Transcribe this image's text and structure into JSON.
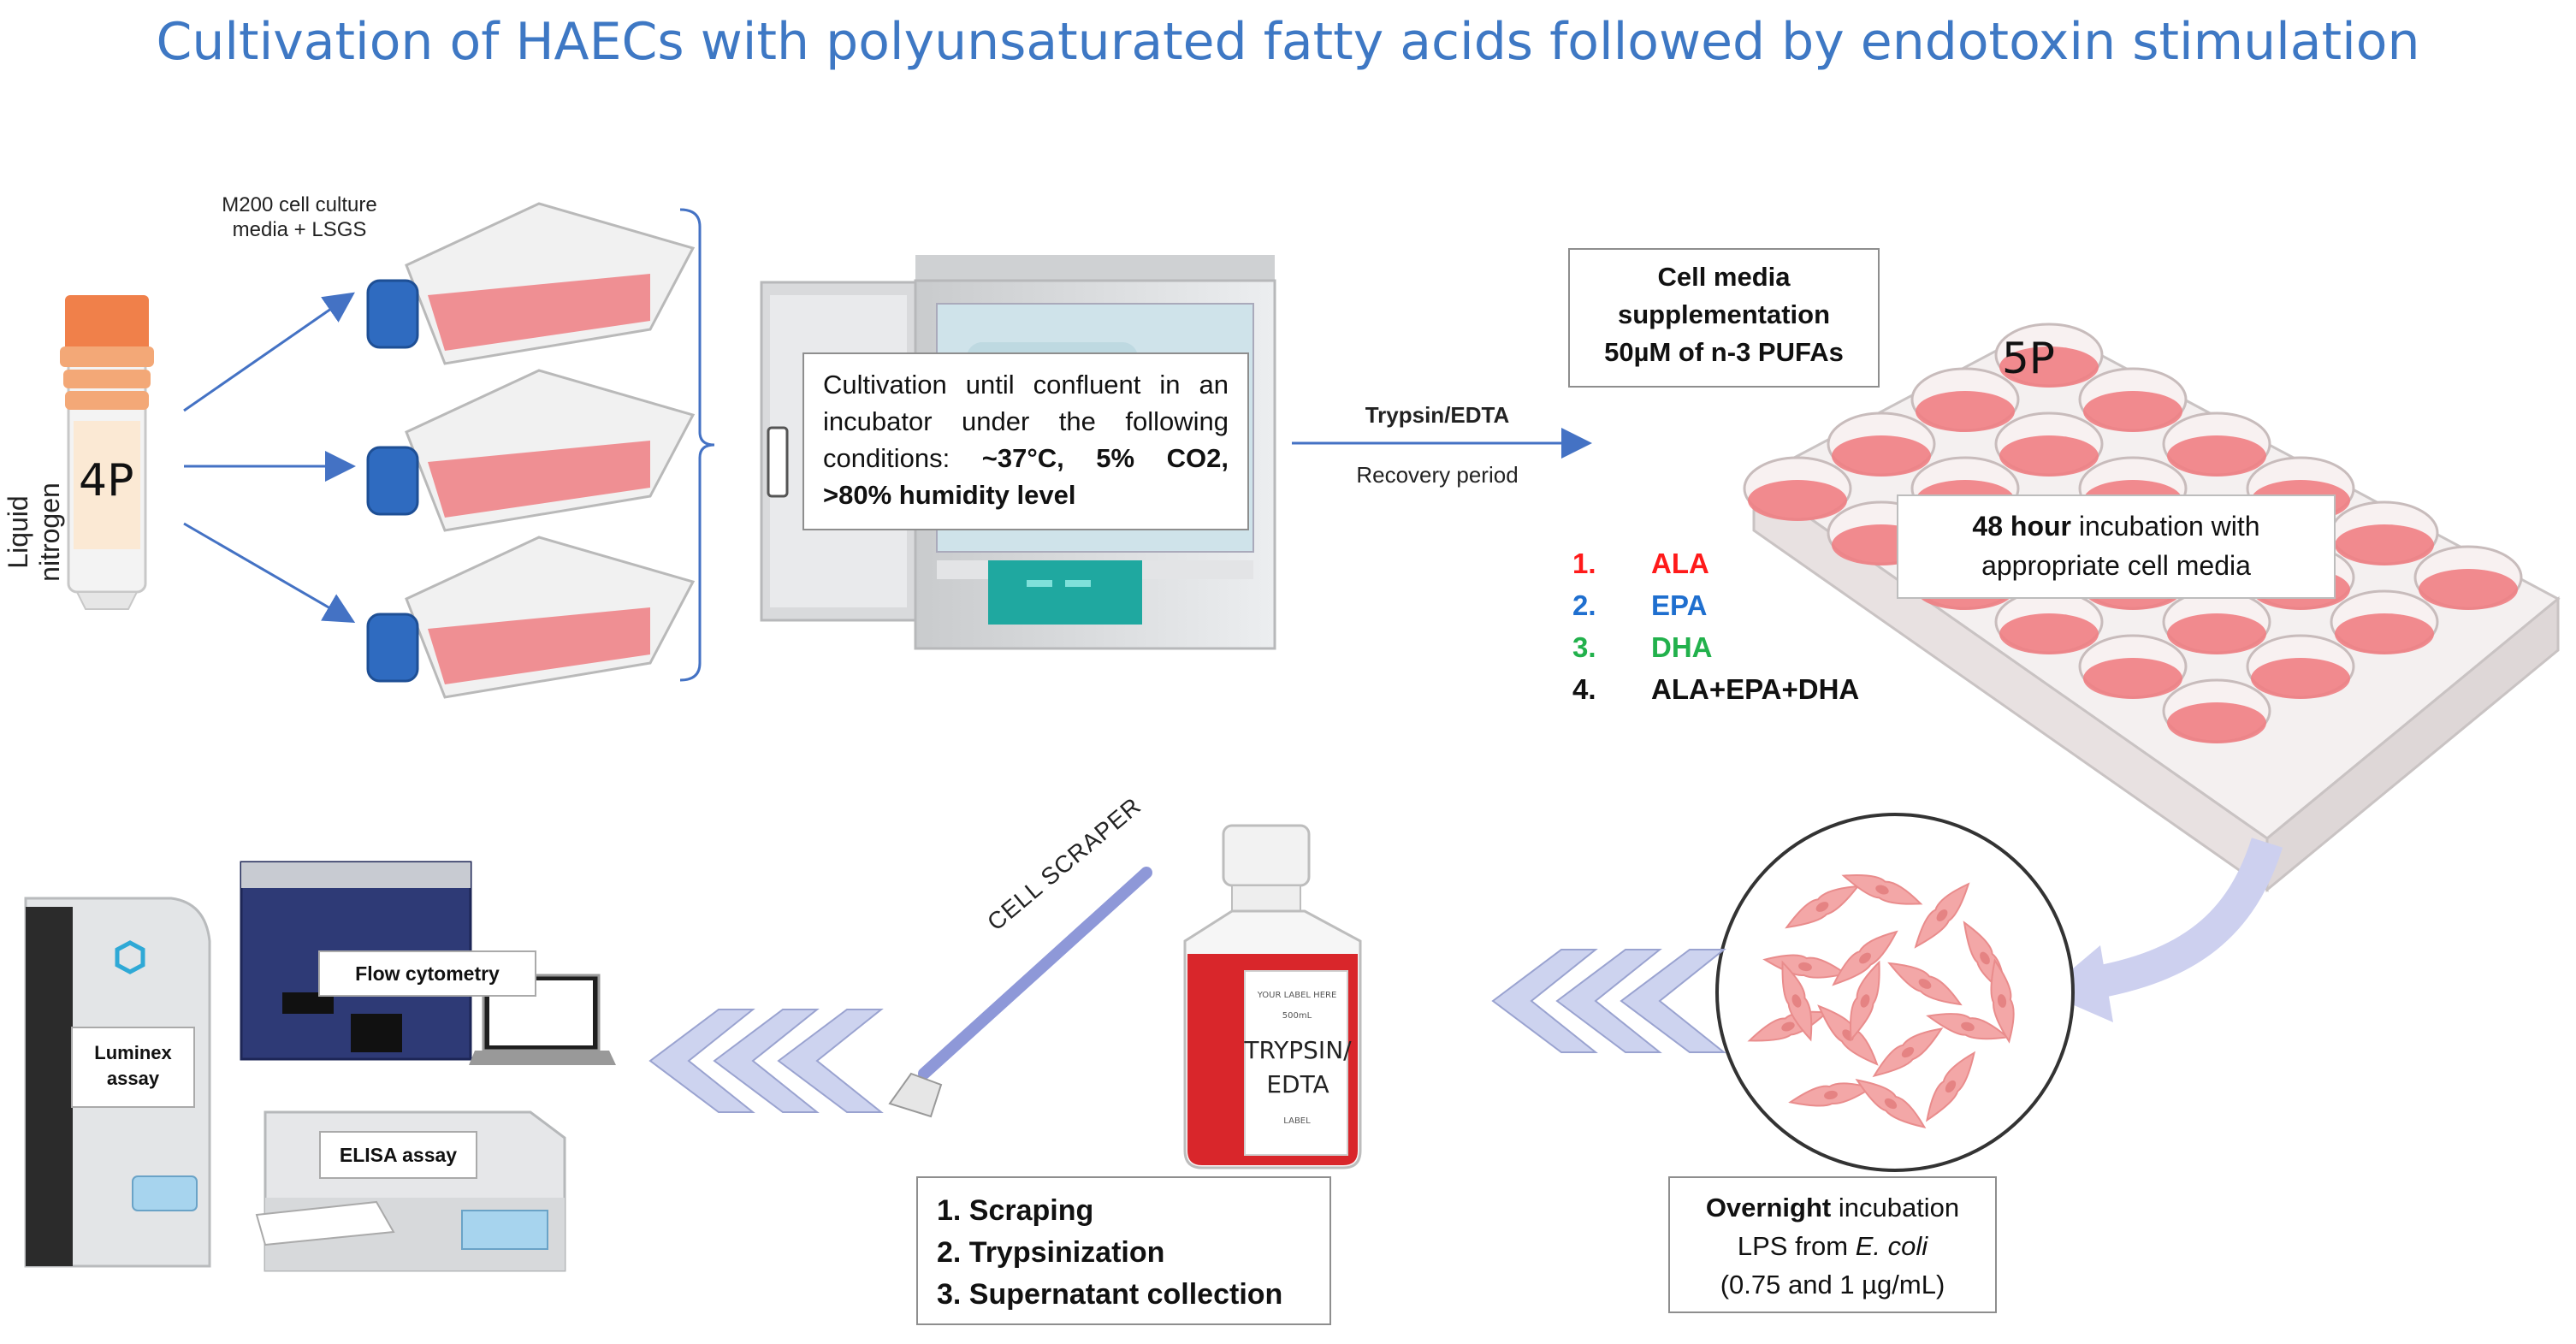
{
  "title": "Cultivation of HAECs with polyunsaturated fatty acids followed by endotoxin stimulation",
  "vial": {
    "side_label": "Liquid nitrogen",
    "passage": "4P"
  },
  "flask_media_label_line1": "M200 cell culture",
  "flask_media_label_line2": "media + LSGS",
  "incubator_conditions": {
    "plain": "Cultivation until confluent in an incubator under the following conditions: ",
    "bold": "~37°C, 5% CO2, >80% humidity level"
  },
  "arrow_top_label": "Trypsin/EDTA",
  "arrow_bottom_label": "Recovery period",
  "supplementation_box": {
    "line1": "Cell media",
    "line2": "supplementation",
    "line3": "50µM of n-3 PUFAs"
  },
  "pufa_list": [
    {
      "num": "1.",
      "name": "ALA",
      "color": "#ff1a1a"
    },
    {
      "num": "2.",
      "name": "EPA",
      "color": "#1f6fcf"
    },
    {
      "num": "3.",
      "name": "DHA",
      "color": "#22b14c"
    },
    {
      "num": "4.",
      "name": "ALA+EPA+DHA",
      "color": "#111111"
    }
  ],
  "plate": {
    "passage": "5P"
  },
  "plate_box": {
    "bold": "48 hour",
    "rest": " incubation with",
    "line2": "appropriate cell media"
  },
  "lps_box": {
    "bold": "Overnight",
    "rest": " incubation",
    "line2_pre": "LPS from ",
    "line2_italic": "E. coli",
    "line3": "(0.75 and 1 µg/mL)"
  },
  "bottle": {
    "label_line1": "TRYPSIN/",
    "label_line2": "EDTA",
    "fine1": "YOUR LABEL HERE",
    "fine2": "500mL",
    "fine3": "LABEL"
  },
  "scraper_label": "CELL SCRAPER",
  "steps_box": [
    "1. Scraping",
    "2. Trypsinization",
    "3. Supernatant collection"
  ],
  "instrument_labels": {
    "luminex_line1": "Luminex",
    "luminex_line2": "assay",
    "flow": "Flow cytometry",
    "elisa": "ELISA assay"
  },
  "colors": {
    "title": "#3e78c4",
    "arrow": "#4472c4",
    "chevron": "#cdd3ef",
    "medium": "#ef7e83"
  }
}
